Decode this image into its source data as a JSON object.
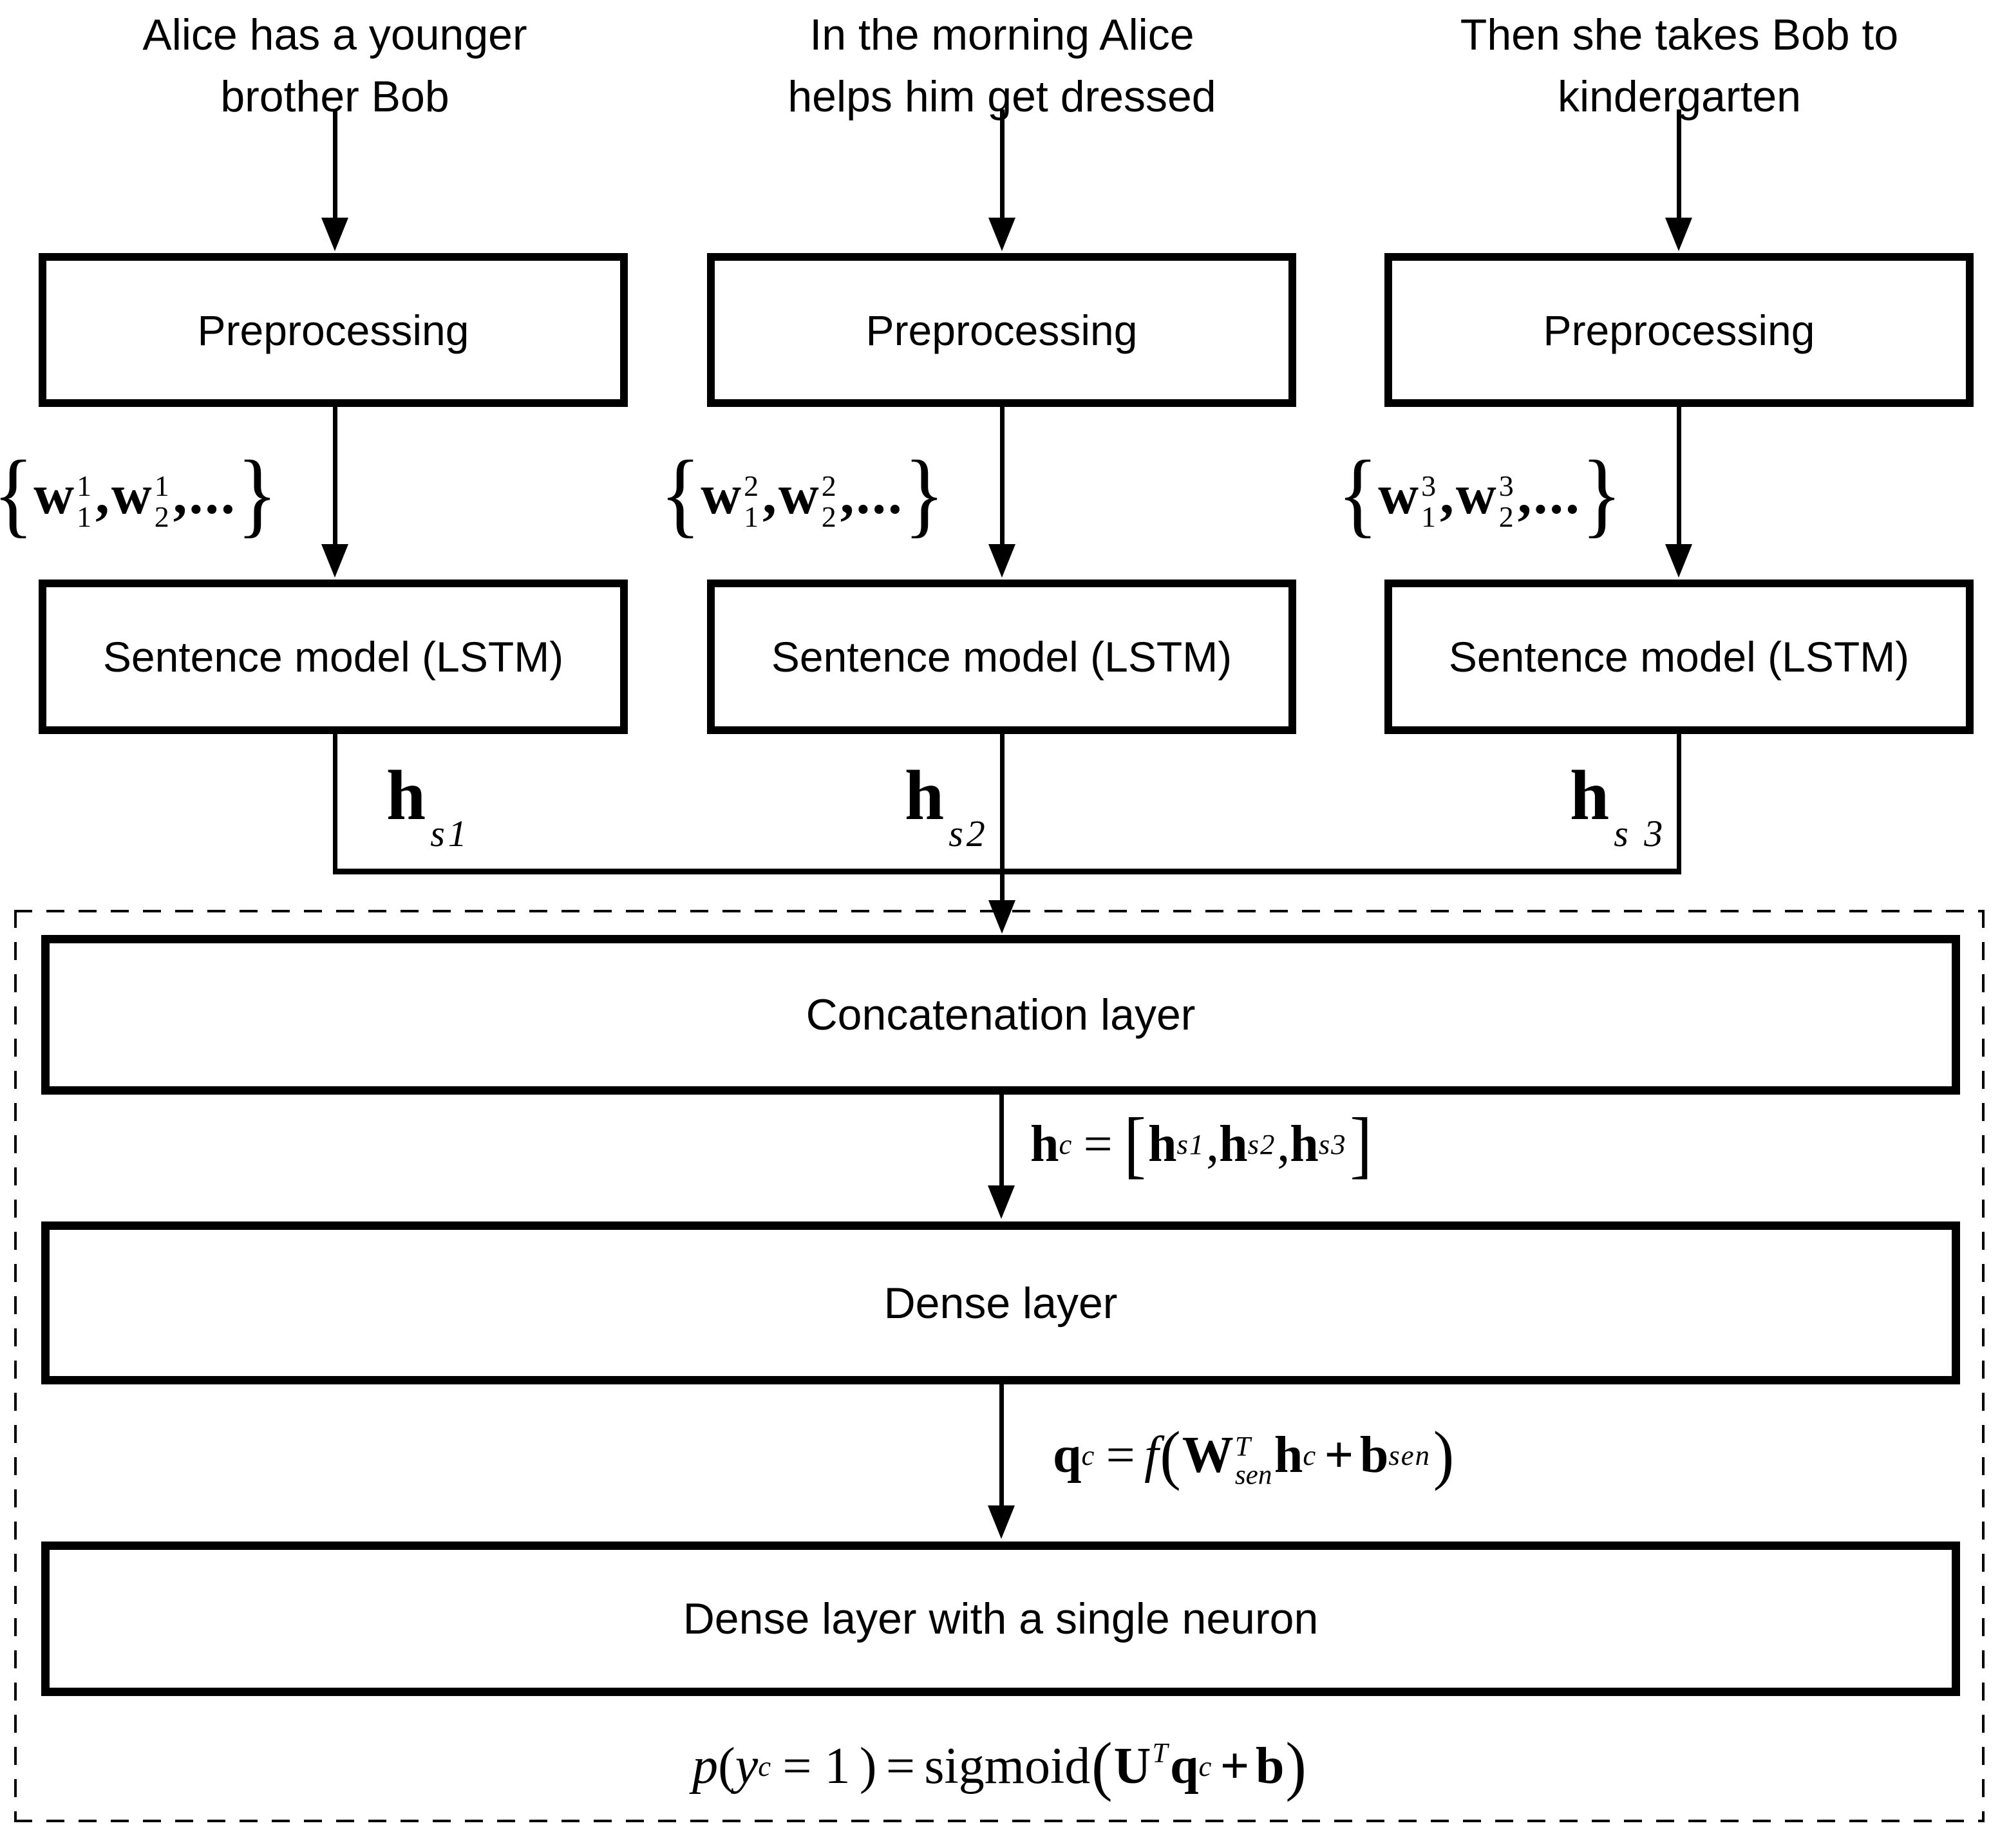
{
  "diagram": {
    "columns": [
      {
        "sentence": [
          "Alice has a younger",
          "brother Bob"
        ],
        "preprocessing": "Preprocessing",
        "tokens": {
          "open": "{",
          "w1": "w",
          "w1_sup": "1",
          "w1_sub": "1",
          "comma": ",",
          "w2": "w",
          "w2_sup": "1",
          "w2_sub": "2",
          "dots": ",...",
          "close": "}"
        },
        "model": "Sentence model (LSTM)",
        "hidden": {
          "base": "h",
          "sub": "s1"
        }
      },
      {
        "sentence": [
          "In the morning Alice",
          "helps him get dressed"
        ],
        "preprocessing": "Preprocessing",
        "tokens": {
          "open": "{",
          "w1": "w",
          "w1_sup": "2",
          "w1_sub": "1",
          "comma": ",",
          "w2": "w",
          "w2_sup": "2",
          "w2_sub": "2",
          "dots": ",...",
          "close": "}"
        },
        "model": "Sentence model (LSTM)",
        "hidden": {
          "base": "h",
          "sub": "s2"
        }
      },
      {
        "sentence": [
          "Then she takes Bob to",
          "kindergarten"
        ],
        "preprocessing": "Preprocessing",
        "tokens": {
          "open": "{",
          "w1": "w",
          "w1_sup": "3",
          "w1_sub": "1",
          "comma": ",",
          "w2": "w",
          "w2_sup": "3",
          "w2_sub": "2",
          "dots": ",...",
          "close": "}"
        },
        "model": "Sentence model (LSTM)",
        "hidden": {
          "base": "h",
          "sub": "s 3"
        }
      }
    ],
    "concat_label": "Concatenation layer",
    "dense_label": "Dense layer",
    "dense_single_label": "Dense layer with a single neuron",
    "hc": {
      "h": "h",
      "c": "c",
      "eq": "=",
      "open": "[",
      "h1": "h",
      "s1": "s1",
      "comma1": ",",
      "h2": "h",
      "s2": "s2",
      "comma2": ",",
      "h3": "h",
      "s3": "s3",
      "close": "]"
    },
    "qc": {
      "q": "q",
      "c": "c",
      "eq": "=",
      "f": "f",
      "open": "(",
      "W": "W",
      "T": "T",
      "sen": "sen",
      "h": "h",
      "hc": "c",
      "plus": "+",
      "b": "b",
      "bsen": "sen",
      "close": ")"
    },
    "out": {
      "p": "p",
      "open": "(",
      "y": "y",
      "c": "c",
      "eq1": "= 1",
      "close": ")",
      "eq": "=",
      "sig": "sigmoid",
      "open2": "(",
      "U": "U",
      "T": "T",
      "q": "q",
      "qc": "c",
      "plus": "+",
      "b": "b",
      "close2": ")"
    },
    "colors": {
      "ink": "#000000",
      "paper": "#ffffff"
    }
  }
}
